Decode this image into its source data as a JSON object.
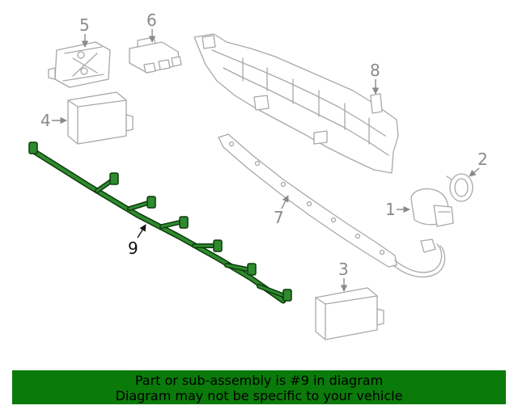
{
  "callouts": {
    "c1": "1",
    "c2": "2",
    "c3": "3",
    "c4": "4",
    "c5": "5",
    "c6": "6",
    "c7": "7",
    "c8": "8",
    "c9": "9"
  },
  "banner": {
    "line1": "Part or sub-assembly is #9 in diagram",
    "line2": "Diagram may not be specific to your vehicle"
  },
  "colors": {
    "highlight": "#0a7a0a",
    "harness": "#1e6e1e",
    "part_outline": "#a8a8a8",
    "callout_text": "#8a8a8a"
  }
}
